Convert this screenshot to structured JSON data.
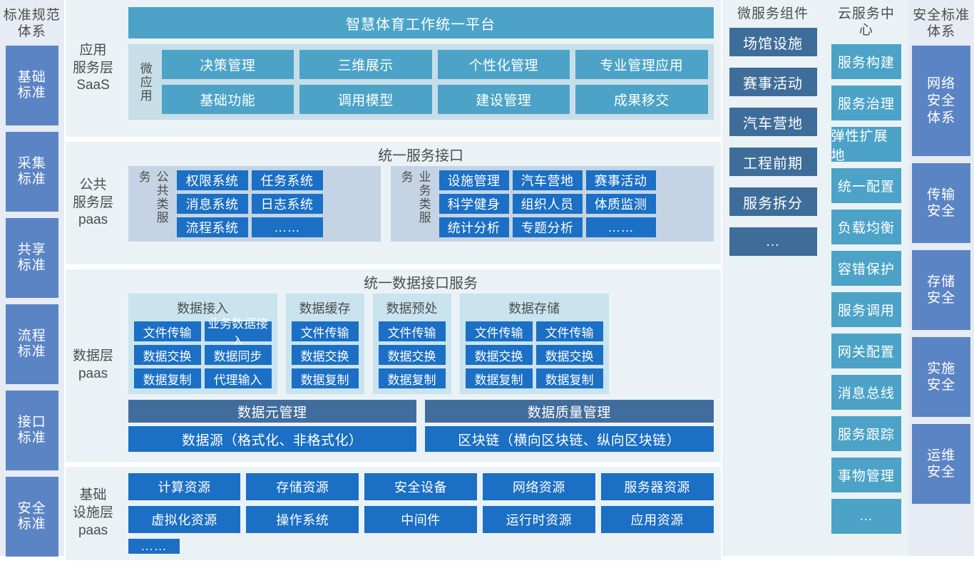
{
  "standards_column": {
    "title": "标准规范\n体系",
    "items": [
      {
        "label": "基础\n标准",
        "height": 112
      },
      {
        "label": "采集\n标准",
        "height": 112
      },
      {
        "label": "共享\n标准",
        "height": 112
      },
      {
        "label": "流程\n标准",
        "height": 112
      },
      {
        "label": "接口\n标准",
        "height": 112
      },
      {
        "label": "安全\n标准",
        "height": 112
      }
    ]
  },
  "app_layer": {
    "label": "应用\n服务层\nSaaS",
    "banner": "智慧体育工作统一平台",
    "side_label": "微应用",
    "apps": [
      "决策管理",
      "三维展示",
      "个性化管理",
      "专业管理应用",
      "基础功能",
      "调用模型",
      "建设管理",
      "成果移交"
    ]
  },
  "service_layer": {
    "label": "公共\n服务层\npaas",
    "banner": "统一服务接口",
    "groups": [
      {
        "side_label": "公共类服务",
        "items": [
          "权限系统",
          "任务系统",
          "消息系统",
          "日志系统",
          "流程系统",
          "……"
        ],
        "cols": 2
      },
      {
        "side_label": "业务类服务",
        "items": [
          "设施管理",
          "汽车营地",
          "赛事活动",
          "科学健身",
          "组织人员",
          "体质监测",
          "统计分析",
          "专题分析",
          "……"
        ],
        "cols": 3
      }
    ]
  },
  "data_layer": {
    "label": "数据层\npaas",
    "banner": "统一数据接口服务",
    "groups": [
      {
        "title": "数据接入",
        "cols": 2,
        "items": [
          "文件传输",
          "业务数据接入",
          "数据交换",
          "数据同步",
          "数据复制",
          "代理输入"
        ]
      },
      {
        "title": "数据缓存",
        "cols": 1,
        "items": [
          "文件传输",
          "数据交换",
          "数据复制"
        ]
      },
      {
        "title": "数据预处",
        "cols": 1,
        "items": [
          "文件传输",
          "数据交换",
          "数据复制"
        ]
      },
      {
        "title": "数据存储",
        "cols": 2,
        "items": [
          "文件传输",
          "文件传输",
          "数据交换",
          "数据交换",
          "数据复制",
          "数据复制"
        ]
      }
    ],
    "bars_row1": [
      "数据元管理",
      "数据质量管理"
    ],
    "bars_row2": [
      "数据源（格式化、非格式化）",
      "区块链（横向区块链、纵向区块链）"
    ]
  },
  "infra_layer": {
    "label": "基础\n设施层\npaas",
    "items": [
      "计算资源",
      "存储资源",
      "安全设备",
      "网络资源",
      "服务器资源",
      "虚拟化资源",
      "操作系统",
      "中间件",
      "运行时资源",
      "应用资源"
    ],
    "more": "……"
  },
  "micro_column": {
    "title": "微服务组件",
    "items": [
      "场馆设施",
      "赛事活动",
      "汽车营地",
      "工程前期",
      "服务拆分",
      "…"
    ]
  },
  "cloud_column": {
    "title": "云服务中心",
    "items": [
      "服务构建",
      "服务治理",
      "弹性扩展地",
      "统一配置",
      "负载均衡",
      "容错保护",
      "服务调用",
      "网关配置",
      "消息总线",
      "服务跟踪",
      "事物管理",
      "…"
    ]
  },
  "security_column": {
    "title": "安全标准\n体系",
    "items": [
      {
        "label": "网络\n安全\n体系",
        "height": 155
      },
      {
        "label": "传输\n安全",
        "height": 112
      },
      {
        "label": "存储\n安全",
        "height": 112
      },
      {
        "label": "实施\n安全",
        "height": 112
      },
      {
        "label": "运维\n安全",
        "height": 112
      }
    ]
  },
  "colors": {
    "teal": "#4CA3C7",
    "strong_blue": "#1B6FC4",
    "slate_blue": "#416D9C",
    "micro_blue": "#3F6D99",
    "periwinkle": "#5B84C4",
    "panel_bg": "#EAF2F6",
    "col_bg": "#E6EBF4",
    "group_bg": "#C5D4E4",
    "data_group_bg": "#C9E3EF",
    "microapp_bg": "#C7DEE8"
  }
}
